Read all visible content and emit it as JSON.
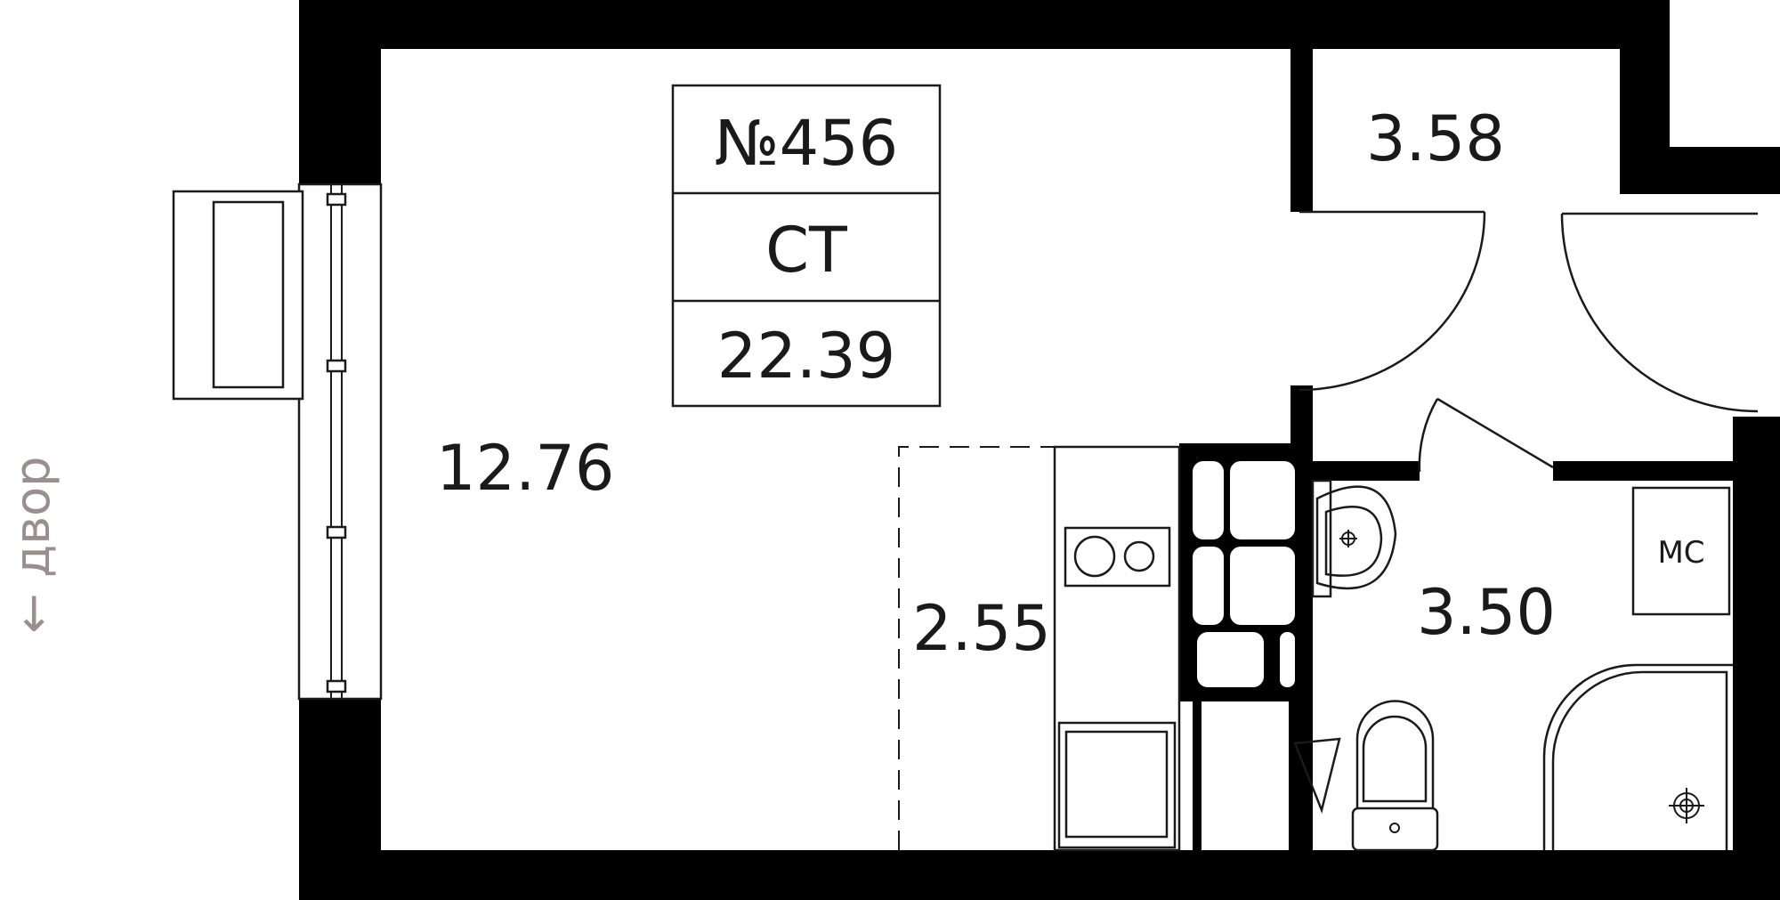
{
  "apartment": {
    "number": "№456",
    "type": "СТ",
    "total_area": "22.39"
  },
  "rooms": {
    "living": "12.76",
    "kitchen": "2.55",
    "hall": "3.58",
    "bathroom": "3.50"
  },
  "fixtures": {
    "washing_machine_label": "МС"
  },
  "orientation": {
    "label": "← двор"
  },
  "icons": {
    "balcony": "balcony-icon",
    "stove": "stove-icon",
    "oven": "oven-icon",
    "fridge": "fridge-icon",
    "sink": "sink-icon",
    "toilet": "toilet-icon",
    "shower": "shower-icon",
    "washing_machine": "washing-machine-icon"
  },
  "colors": {
    "wall": "#000000",
    "line": "#1a1a1a",
    "orientation_text": "#9a8f8c"
  }
}
